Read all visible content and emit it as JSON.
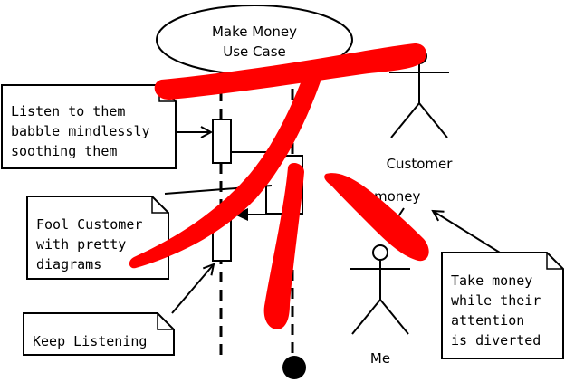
{
  "use_case": {
    "line1": "Make Money",
    "line2": "Use Case"
  },
  "notes": {
    "listen": [
      "Listen to them",
      "babble mindlessly",
      "soothing them"
    ],
    "fool": [
      "Fool Customer",
      "with pretty",
      "diagrams"
    ],
    "keep": [
      "Keep Listening"
    ],
    "take": [
      "Take money",
      "while their",
      "attention",
      "is diverted"
    ]
  },
  "actors": {
    "customer": "Customer",
    "me": "Me"
  },
  "messages": {
    "money": "money"
  },
  "colors": {
    "ink": "#000000",
    "overlay_stroke": "#ff0000"
  }
}
